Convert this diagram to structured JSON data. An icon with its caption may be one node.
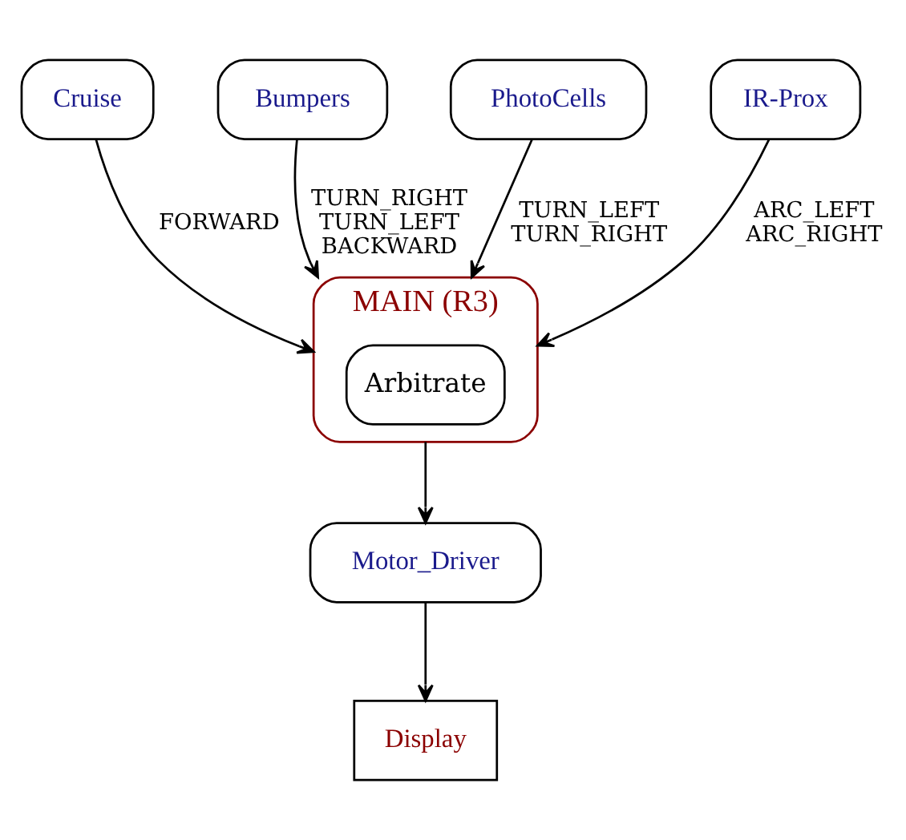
{
  "diagram": {
    "nodes": [
      {
        "text": [
          "Cruise"
        ]
      },
      {
        "text": [
          "Bumpers"
        ]
      },
      {
        "text": [
          "PhotoCells"
        ]
      },
      {
        "text": [
          "IR-Prox"
        ]
      },
      {
        "text": [
          "MAIN (R3)"
        ]
      },
      {
        "text": [
          "Arbitrate"
        ],
        "in": 4
      },
      {
        "text": [
          "Motor_Driver"
        ]
      },
      {
        "text": [
          "Display"
        ]
      }
    ],
    "edges": [
      {
        "from": 0,
        "to": 4,
        "arrow": "to",
        "label": "FORWARD"
      },
      {
        "from": 1,
        "to": 4,
        "arrow": "to",
        "label": "TURN_RIGHT TURN_LEFT BACKWARD"
      },
      {
        "from": 2,
        "to": 4,
        "arrow": "to",
        "label": "TURN_LEFT TURN_RIGHT"
      },
      {
        "from": 3,
        "to": 4,
        "arrow": "to",
        "label": "ARC_LEFT ARC_RIGHT"
      },
      {
        "from": 4,
        "to": 6,
        "arrow": "to"
      },
      {
        "from": 6,
        "to": 7,
        "arrow": "to"
      }
    ]
  }
}
